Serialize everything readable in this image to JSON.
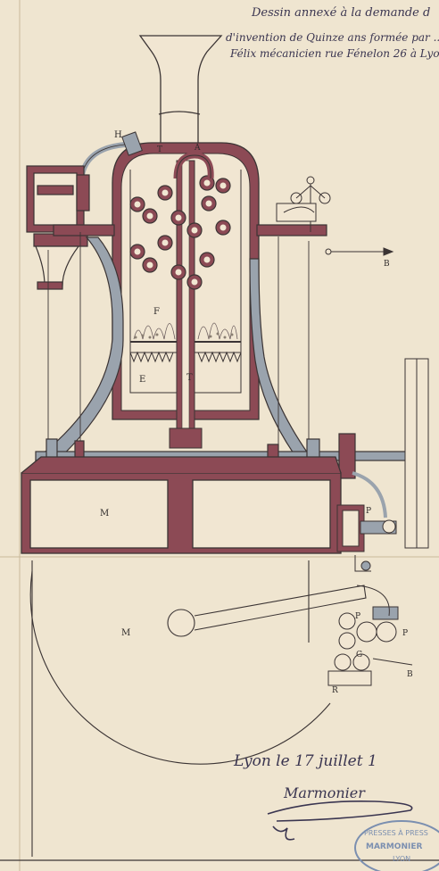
{
  "header_note": {
    "line1": "Dessin annexé à la demande d",
    "line2": "d'invention de Quinze ans formée par ...",
    "line3": "Félix mécanicien rue Fénelon 26 à Lyo"
  },
  "labels": {
    "H": "H",
    "F": "F",
    "E": "E",
    "T": "T",
    "A": "A",
    "B": "B",
    "B2": "B",
    "M": "M",
    "M2": "M",
    "P": "P",
    "P2": "P",
    "P3": "P",
    "G": "G",
    "R": "R"
  },
  "signature": {
    "place_date": "Lyon le 17 juillet 1",
    "name": "Marmonier"
  },
  "stamp": {
    "line1": "PRESSES À PRESS",
    "line2": "MARMONIER",
    "line3": "LYON"
  },
  "colors": {
    "paper": "#f3ead8",
    "ink": "#3b3434",
    "section_red": "#8c4a55",
    "tube_gray": "#9aa3ad",
    "handwriting": "#3a3550",
    "stamp": "#7b8fb0"
  }
}
